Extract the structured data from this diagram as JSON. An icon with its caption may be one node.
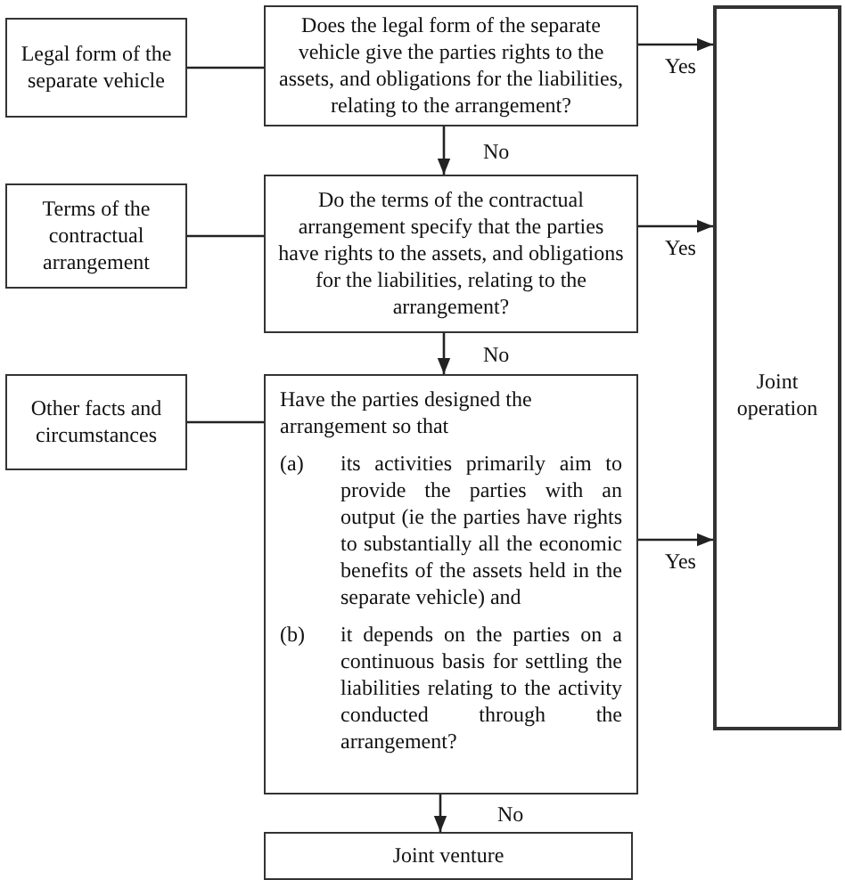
{
  "diagram": {
    "nodes": [
      {
        "text": [
          "Legal form of the separate vehicle"
        ]
      },
      {
        "text": [
          "Does the legal form of the separate vehicle give the parties rights to the assets, and obligations for the liabilities, relating to the arrangement?"
        ]
      },
      {
        "text": [
          "Terms of the contractual arrangement"
        ]
      },
      {
        "text": [
          "Do the terms of the contractual arrangement specify that the parties have rights to the assets, and obligations for the liabilities, relating to the arrangement?"
        ]
      },
      {
        "text": [
          "Other facts and circumstances"
        ]
      },
      {
        "text": [
          "Have the parties designed the arrangement so that",
          "(a)",
          "its activities primarily aim to provide the parties with an output (ie the parties have rights to substantially all the economic benefits of the assets held in the separate vehicle) and",
          "(b)",
          "it depends on the parties on a continuous basis for settling the liabilities relating to the activity conducted through the arrangement?"
        ]
      },
      {
        "text": [
          "Joint operation"
        ]
      },
      {
        "text": [
          "Joint venture"
        ]
      }
    ],
    "edges": [
      {
        "from": 0,
        "to": 1,
        "arrow": "none"
      },
      {
        "from": 1,
        "to": 3,
        "label": "No",
        "arrow": "to"
      },
      {
        "from": 1,
        "to": 6,
        "label": "Yes",
        "arrow": "to"
      },
      {
        "from": 2,
        "to": 3,
        "arrow": "none"
      },
      {
        "from": 3,
        "to": 5,
        "label": "No",
        "arrow": "to"
      },
      {
        "from": 3,
        "to": 6,
        "label": "Yes",
        "arrow": "to"
      },
      {
        "from": 4,
        "to": 5,
        "arrow": "none"
      },
      {
        "from": 5,
        "to": 6,
        "label": "Yes",
        "arrow": "to"
      },
      {
        "from": 5,
        "to": 7,
        "label": "No",
        "arrow": "to"
      }
    ]
  }
}
